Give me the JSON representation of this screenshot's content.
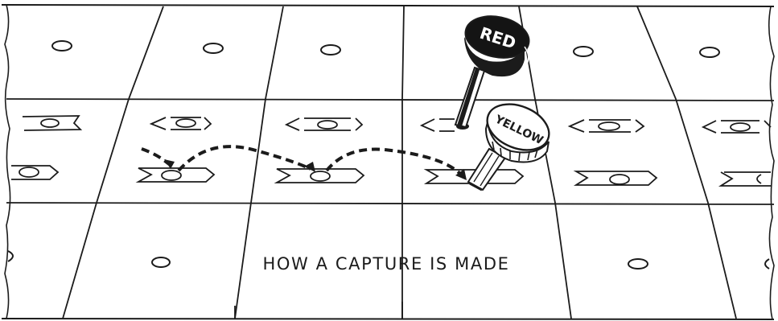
{
  "caption": "HOW A CAPTURE IS MADE",
  "pegs": {
    "red": {
      "label": "RED",
      "color": "#141414"
    },
    "yellow": {
      "label": "YELLOW",
      "color": "#ffffff"
    }
  },
  "colors": {
    "ink": "#1b1b1b",
    "paper": "#ffffff"
  }
}
